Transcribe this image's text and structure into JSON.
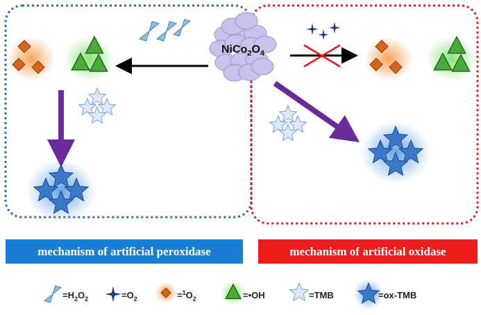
{
  "catalyst": {
    "main": "NiCo",
    "sub1": "2",
    "mid": "O",
    "sub2": "4"
  },
  "banners": {
    "peroxidase": "mechanism  of  artificial  peroxidase",
    "oxidase": "mechanism  of  artificial  oxidase"
  },
  "colors": {
    "peroxidase": "#1a7fd0",
    "oxidase": "#ee1c1c",
    "arrow": "#6a2a9a"
  },
  "legend": [
    {
      "icon": "h2o2-icon",
      "pre": "=H",
      "s1": "2",
      "mid": "O",
      "s2": "2"
    },
    {
      "icon": "o2-icon",
      "pre": "=O",
      "s1": "2"
    },
    {
      "icon": "singlet-oxygen-icon",
      "pre": "=",
      "sup": "1",
      "mid": "O",
      "s2": "2"
    },
    {
      "icon": "hydroxyl-radical-icon",
      "pre": "=•OH"
    },
    {
      "icon": "tmb-icon",
      "pre": "=TMB"
    },
    {
      "icon": "ox-tmb-icon",
      "pre": "=ox-TMB"
    }
  ]
}
